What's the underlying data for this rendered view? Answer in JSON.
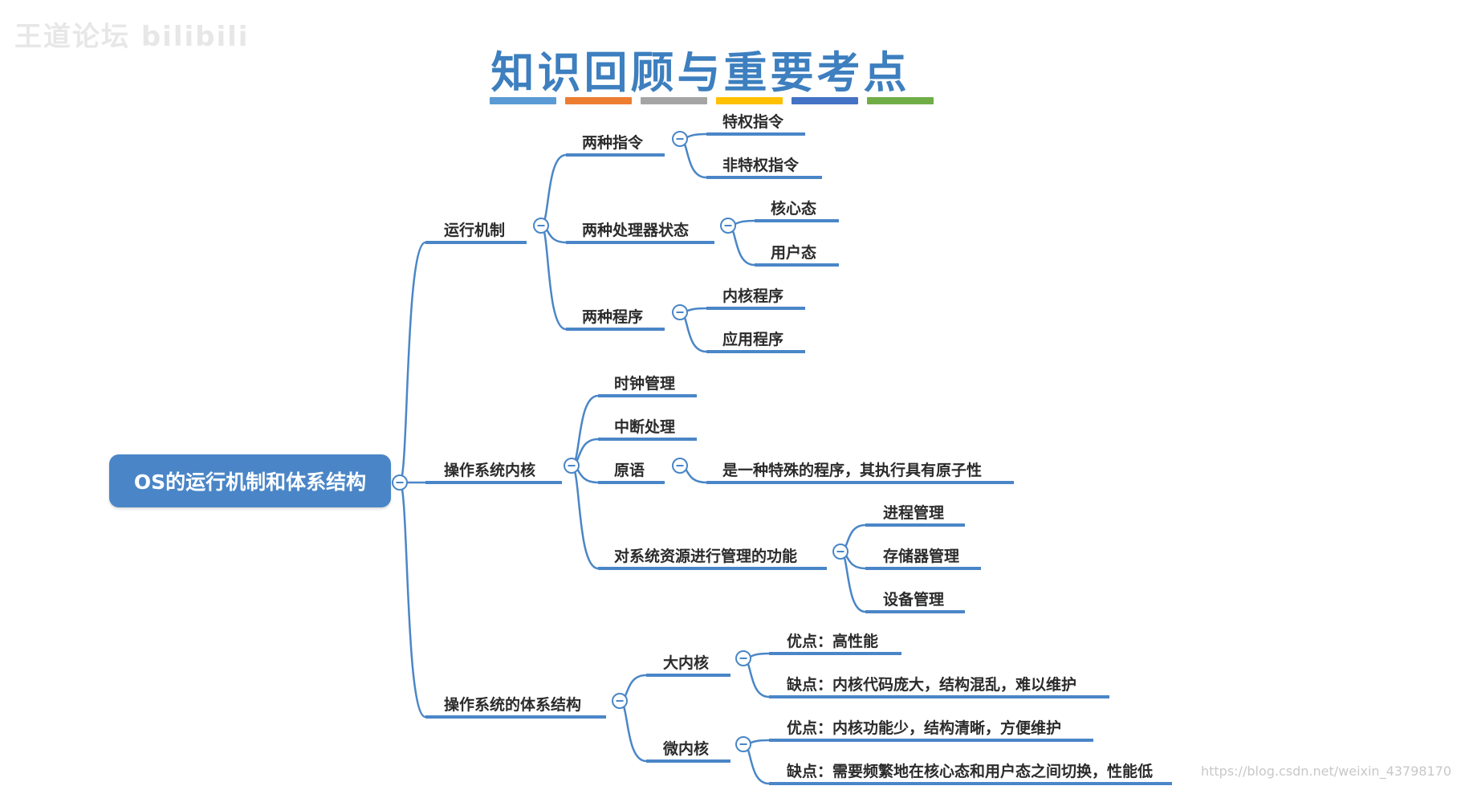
{
  "watermark": {
    "top_left": "王道论坛  bilibili",
    "bottom_right": "https://blog.csdn.net/weixin_43798170"
  },
  "title": "知识回顾与重要考点",
  "title_bar_colors": [
    "#5b9bd5",
    "#ed7d31",
    "#a5a5a5",
    "#ffc000",
    "#4472c4",
    "#70ad47"
  ],
  "colors": {
    "line": "#4a86c7",
    "root_fill": "#4a86c7",
    "text": "#2b2b2b",
    "toggle": "#4a86c7"
  },
  "mindmap": {
    "root": "OS的运行机制和体系结构",
    "branches": [
      {
        "label": "运行机制",
        "children": [
          {
            "label": "两种指令",
            "children": [
              {
                "label": "特权指令"
              },
              {
                "label": "非特权指令"
              }
            ]
          },
          {
            "label": "两种处理器状态",
            "children": [
              {
                "label": "核心态"
              },
              {
                "label": "用户态"
              }
            ]
          },
          {
            "label": "两种程序",
            "children": [
              {
                "label": "内核程序"
              },
              {
                "label": "应用程序"
              }
            ]
          }
        ]
      },
      {
        "label": "操作系统内核",
        "children": [
          {
            "label": "时钟管理"
          },
          {
            "label": "中断处理"
          },
          {
            "label": "原语",
            "children": [
              {
                "label": "是一种特殊的程序，其执行具有原子性"
              }
            ]
          },
          {
            "label": "对系统资源进行管理的功能",
            "children": [
              {
                "label": "进程管理"
              },
              {
                "label": "存储器管理"
              },
              {
                "label": "设备管理"
              }
            ]
          }
        ]
      },
      {
        "label": "操作系统的体系结构",
        "children": [
          {
            "label": "大内核",
            "children": [
              {
                "label": "优点：高性能"
              },
              {
                "label": "缺点：内核代码庞大，结构混乱，难以维护"
              }
            ]
          },
          {
            "label": "微内核",
            "children": [
              {
                "label": "优点：内核功能少，结构清晰，方便维护"
              },
              {
                "label": "缺点：需要频繁地在核心态和用户态之间切换，性能低"
              }
            ]
          }
        ]
      }
    ]
  }
}
